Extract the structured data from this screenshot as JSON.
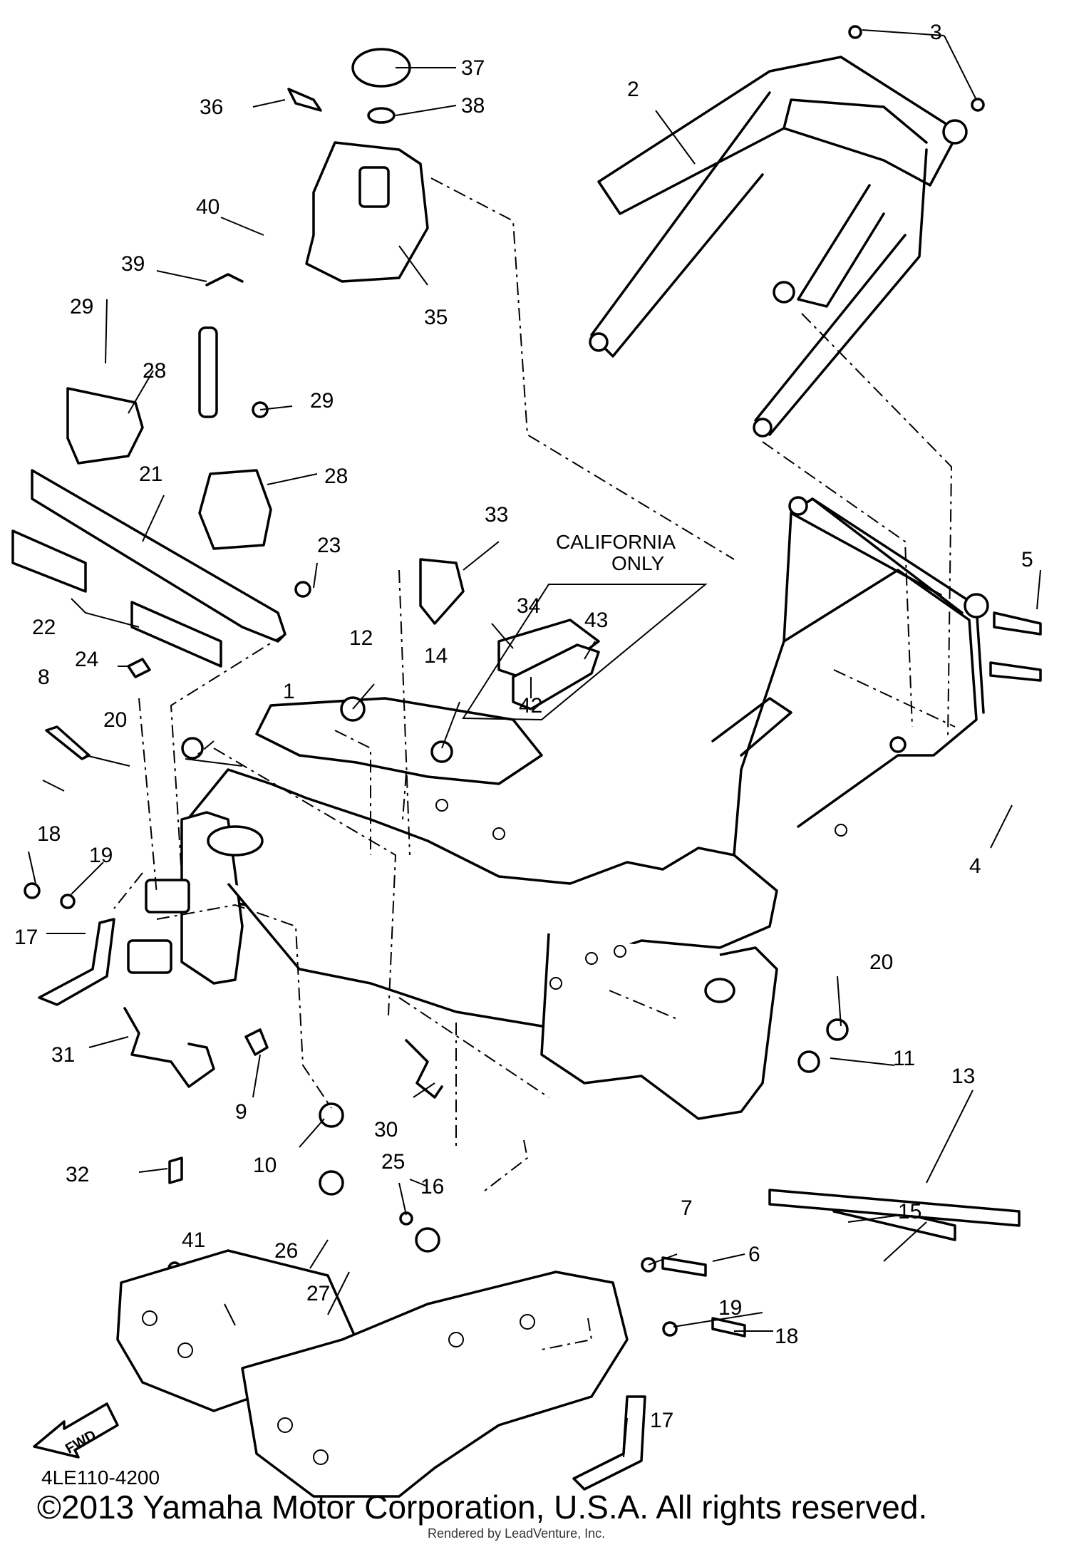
{
  "diagram": {
    "part_number_code": "4LE110-4200",
    "copyright": "©2013 Yamaha Motor Corporation, U.S.A. All rights reserved.",
    "rendered_by": "Rendered by LeadVenture, Inc.",
    "callout_california_line1": "CALIFORNIA",
    "callout_california_line2": "ONLY",
    "fwd_label": "FWD",
    "labels": {
      "l1": "1",
      "l2": "2",
      "l3": "3",
      "l4": "4",
      "l5": "5",
      "l6": "6",
      "l7": "7",
      "l8": "8",
      "l9": "9",
      "l10": "10",
      "l11": "11",
      "l12": "12",
      "l13": "13",
      "l14": "14",
      "l15": "15",
      "l16": "16",
      "l17a": "17",
      "l17b": "17",
      "l18a": "18",
      "l18b": "18",
      "l19a": "19",
      "l19b": "19",
      "l20a": "20",
      "l20b": "20",
      "l21": "21",
      "l22": "22",
      "l23": "23",
      "l24": "24",
      "l25": "25",
      "l26": "26",
      "l27": "27",
      "l28a": "28",
      "l28b": "28",
      "l29a": "29",
      "l29b": "29",
      "l30": "30",
      "l31": "31",
      "l32": "32",
      "l33": "33",
      "l34": "34",
      "l35": "35",
      "l36": "36",
      "l37": "37",
      "l38": "38",
      "l39": "39",
      "l40": "40",
      "l41": "41",
      "l42": "42",
      "l43": "43"
    }
  }
}
